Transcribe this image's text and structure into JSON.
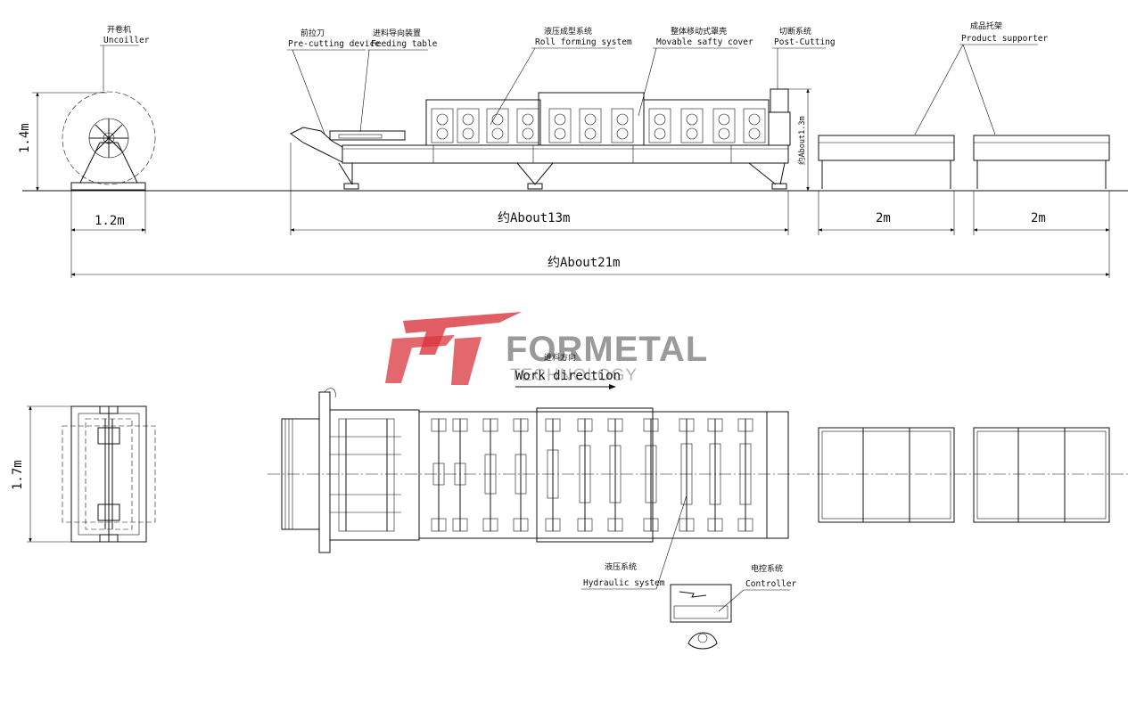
{
  "logo": {
    "brand": "FORMETAL",
    "sub": "TECHNOLOGY",
    "accent_color": "#d9363e",
    "text_color": "#9a9a9a"
  },
  "side_view": {
    "labels": [
      {
        "id": "uncoiller",
        "cn": "开卷机",
        "en": "Uncoiller"
      },
      {
        "id": "precut",
        "cn": "前拉刀",
        "en": "Pre-cutting device"
      },
      {
        "id": "feeding",
        "cn": "进料导向装置",
        "en": "Feeding table"
      },
      {
        "id": "rollform",
        "cn": "液压成型系统",
        "en": "Roll forming system"
      },
      {
        "id": "cover",
        "cn": "整体移动式罩壳",
        "en": "Movable safty cover"
      },
      {
        "id": "postcut",
        "cn": "切断系统",
        "en": "Post-Cutting"
      },
      {
        "id": "supporter",
        "cn": "成品托架",
        "en": "Product supporter"
      }
    ],
    "dims": {
      "height_uncoiller": "1.4m",
      "width_uncoiller": "1.2m",
      "machine_length": "约About13m",
      "machine_height": "约About1.3m",
      "table1": "2m",
      "table2": "2m",
      "total_length": "约About21m"
    }
  },
  "plan_view": {
    "work_direction_cn": "进料方向",
    "work_direction_en": "Work direction",
    "width_dim": "1.7m",
    "hydraulic_cn": "液压系统",
    "hydraulic_en": "Hydraulic system",
    "controller_cn": "电控系统",
    "controller_en": "Controller"
  }
}
